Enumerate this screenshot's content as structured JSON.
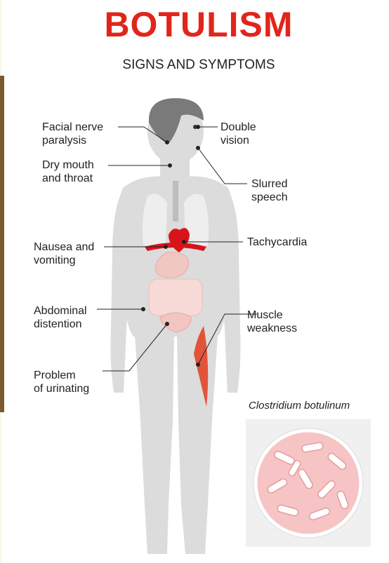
{
  "title": "BOTULISM",
  "subtitle": "SIGNS AND SYMPTOMS",
  "labels": {
    "facial": "Facial nerve\nparalysis",
    "dry_mouth": "Dry mouth\nand throat",
    "nausea": "Nausea and\nvomiting",
    "abdominal": "Abdominal\ndistention",
    "urinating": "Problem\nof urinating",
    "double_vision": "Double\nvision",
    "slurred": "Slurred\nspeech",
    "tachycardia": "Tachycardia",
    "muscle": "Muscle\nweakness"
  },
  "bacteria_caption": "Clostridium botulinum",
  "colors": {
    "title_red": "#e1251b",
    "body_gray": "#d9d9d9",
    "hair_gray": "#7a7a7a",
    "heart_red": "#d8141b",
    "organ_pink": "#f4c9c4",
    "bacteria_pink": "#f3b7b7"
  }
}
